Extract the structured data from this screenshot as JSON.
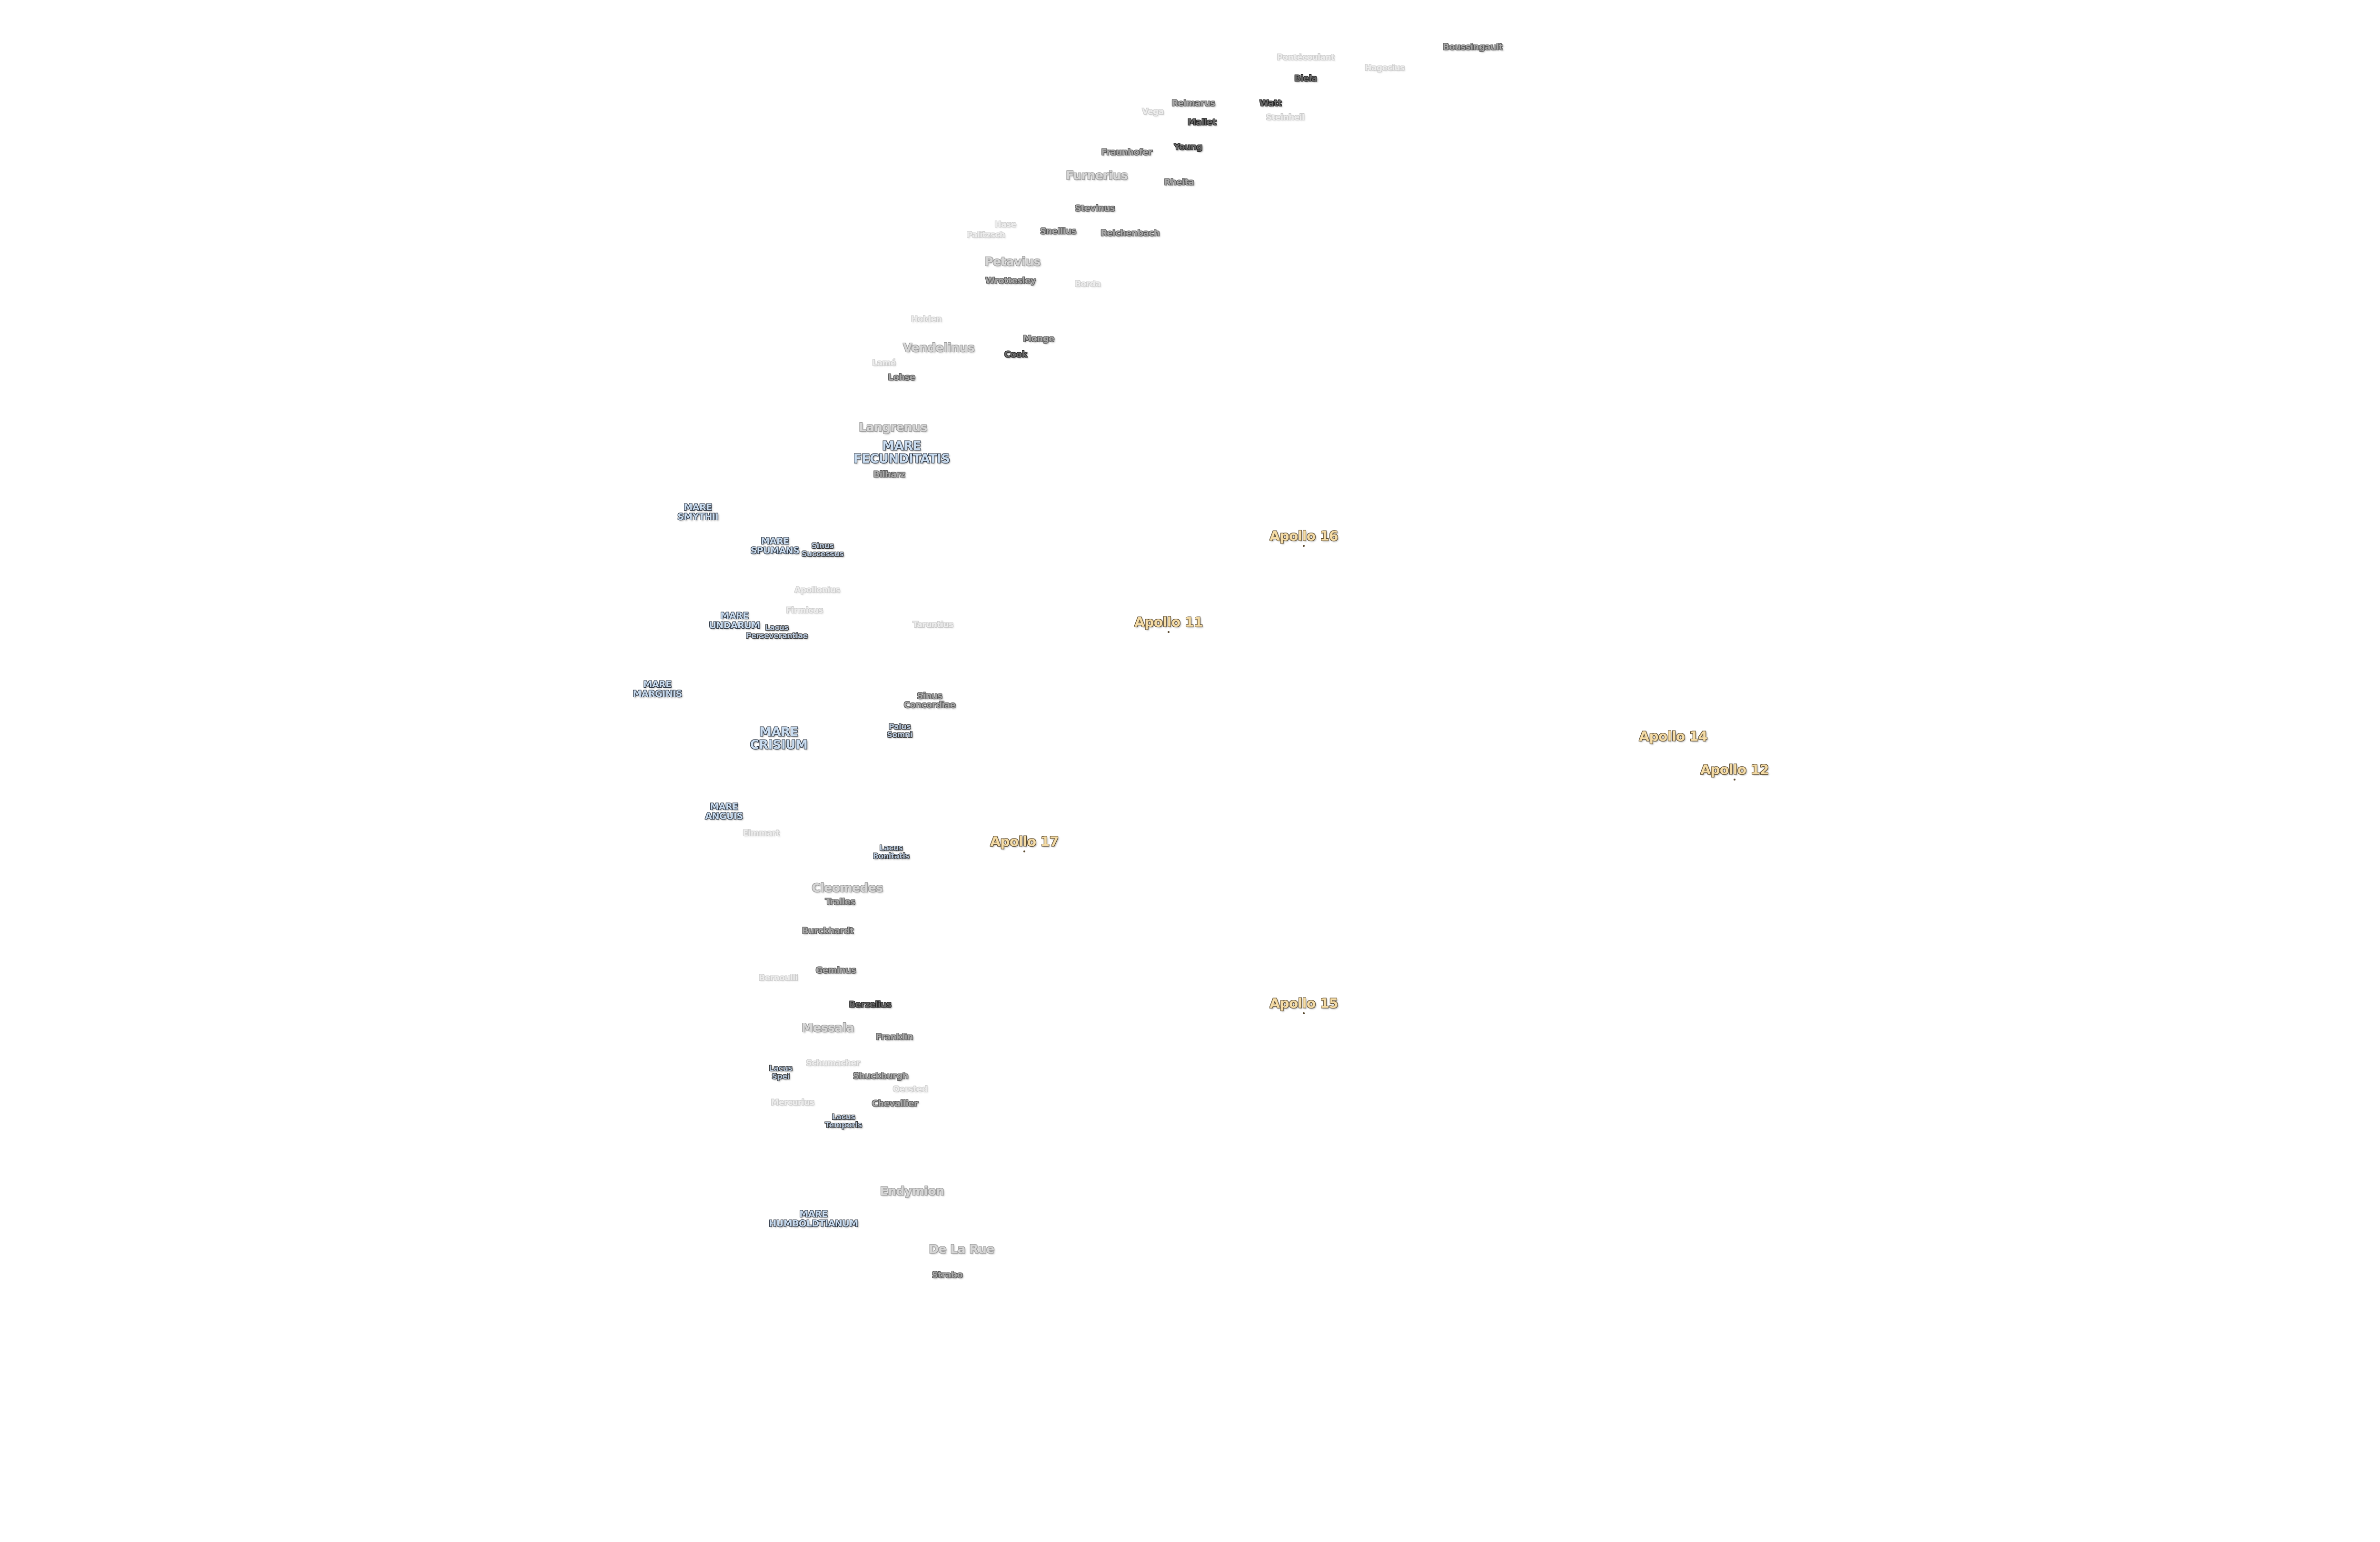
{
  "labels": [
    "Boussingault",
    "Pontécoulant",
    "Hagecius",
    "Biela",
    "Reimarus",
    "Vega",
    "Watt",
    "Steinheil",
    "Mallet",
    "Young",
    "Fraunhofer",
    "Furnerius",
    "Rheita",
    "Stevinus",
    "Hase",
    "Palitzsch",
    "Snellius",
    "Reichenbach",
    "Petavius",
    "Wrottesley",
    "Borda",
    "Holden",
    "Monge",
    "Vendelinus",
    "Cook",
    "Lamé",
    "Lohse",
    "Langrenus",
    "MARE\nFECUNDITATIS",
    "Bilharz",
    "MARE\nSMYTHII",
    "MARE\nSPUMANS",
    "Sinus\nSuccessus",
    "Apollonius",
    "MARE\nUNDARUM",
    "Firmicus",
    "Lacus\nPerseverantiae",
    "Taruntius",
    "Apollo 11",
    "Apollo 16",
    "Apollo 14",
    "Apollo 12",
    "Apollo 17",
    "Apollo 15",
    "MARE\nMARGINIS",
    "Sinus\nConcordiae",
    "Palus\nSomni",
    "MARE\nCRISIUM",
    "MARE\nANGUIS",
    "Eimmart",
    "Lacus\nBonitatis",
    "Cleomedes",
    "Tralles",
    "Burckhardt",
    "Bernoulli",
    "Geminus",
    "Berzelius",
    "Messala",
    "Franklin",
    "Schumacher",
    "Lacus\nSpei",
    "Shuckburgh",
    "Oersted",
    "Chevallier",
    "Mercurius",
    "Lacus\nTemporis",
    "Endymion",
    "MARE\nHUMBOLDTIANUM",
    "De La Rue",
    "Strabo"
  ],
  "colors": {
    "mare_fill": "#c9dcf0",
    "apollo_fill": "#f5dca6",
    "background": "#ffffff"
  }
}
